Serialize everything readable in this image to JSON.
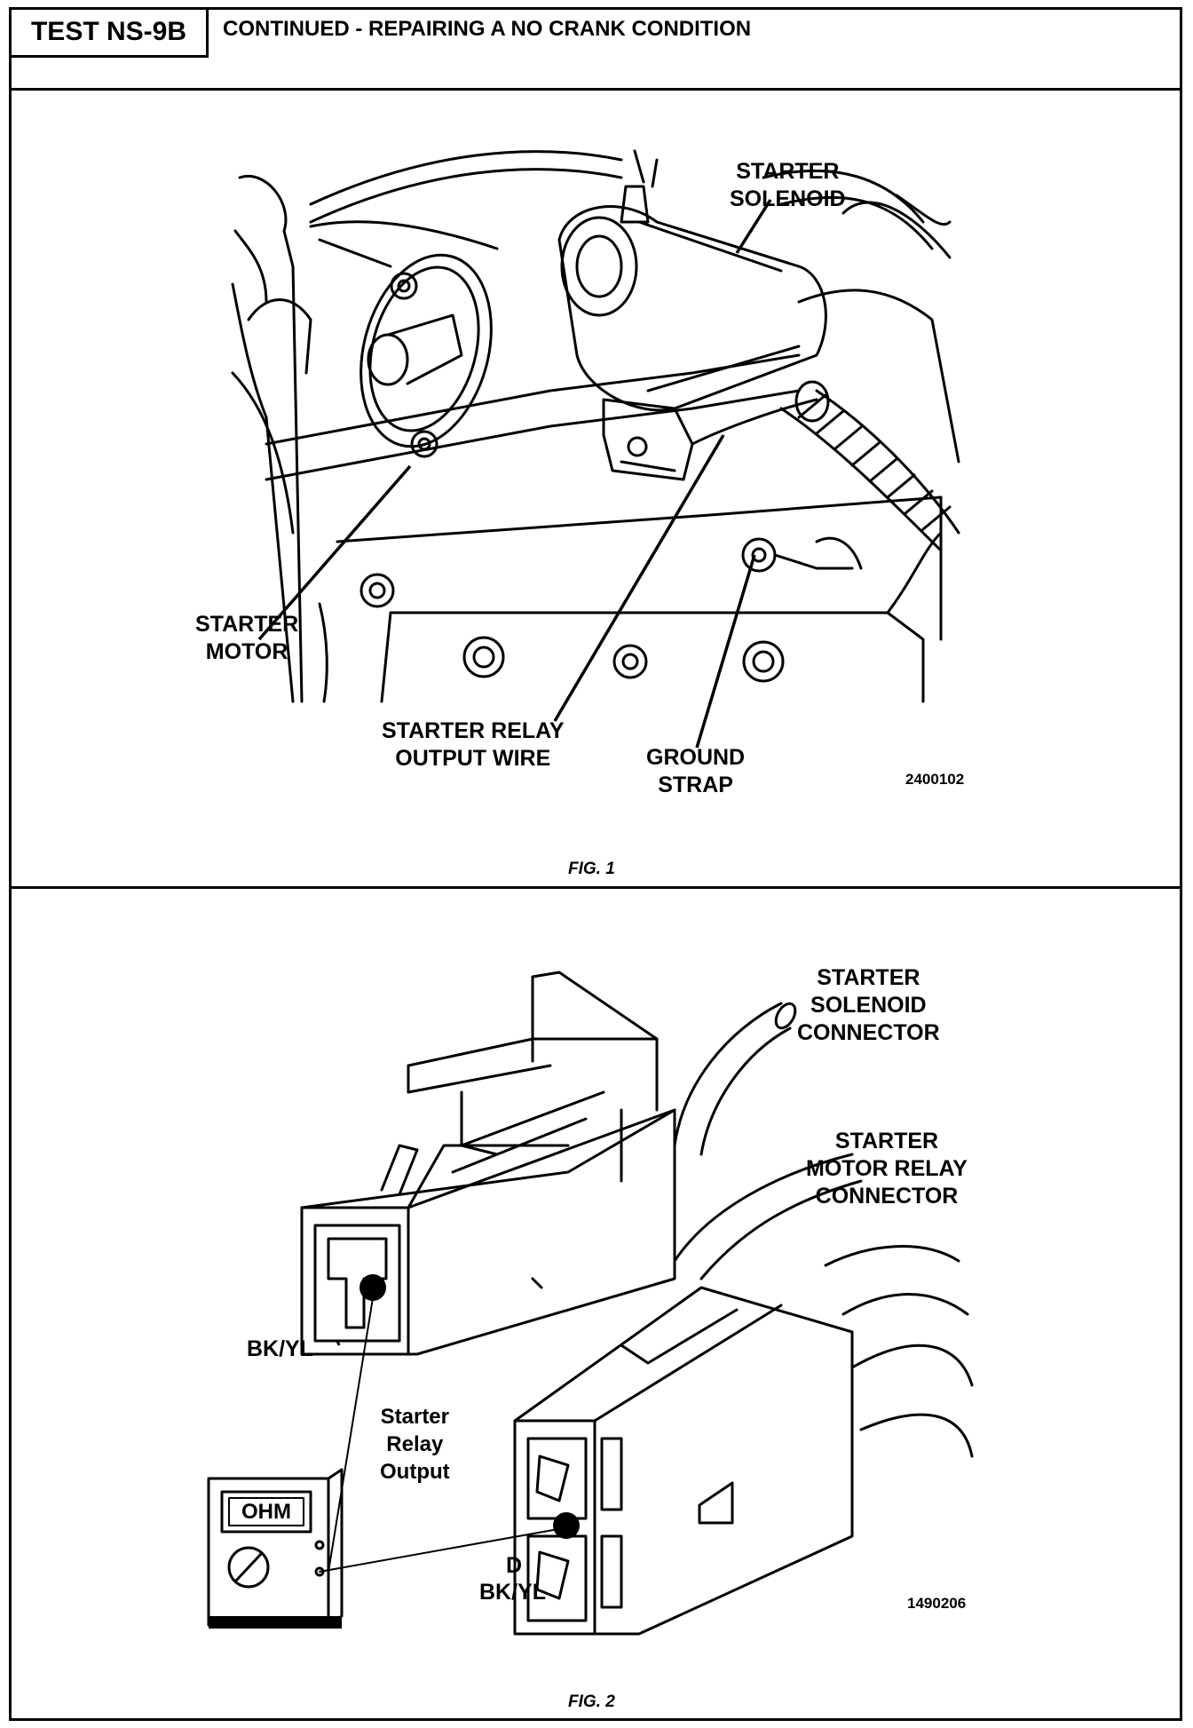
{
  "header": {
    "test_id": "TEST NS-9B",
    "title": "CONTINUED -  REPAIRING A NO CRANK CONDITION"
  },
  "figure1": {
    "labels": {
      "starter_solenoid": [
        "STARTER",
        "SOLENOID"
      ],
      "starter_motor": [
        "STARTER",
        "MOTOR"
      ],
      "starter_relay_output_wire": [
        "STARTER RELAY",
        "OUTPUT WIRE"
      ],
      "ground_strap": [
        "GROUND",
        "STRAP"
      ]
    },
    "image_id": "2400102",
    "caption": "FIG. 1"
  },
  "figure2": {
    "labels": {
      "starter_solenoid_connector": [
        "STARTER",
        "SOLENOID",
        "CONNECTOR"
      ],
      "starter_motor_relay_connector": [
        "STARTER",
        "MOTOR RELAY",
        "CONNECTOR"
      ],
      "bk_yl_top": "BK/YL",
      "starter_relay_output": [
        "Starter",
        "Relay",
        "Output"
      ],
      "terminal_d": "D",
      "bk_yl_bottom": "BK/YL"
    },
    "meter_display": "OHM",
    "image_id": "1490206",
    "caption": "FIG. 2"
  }
}
